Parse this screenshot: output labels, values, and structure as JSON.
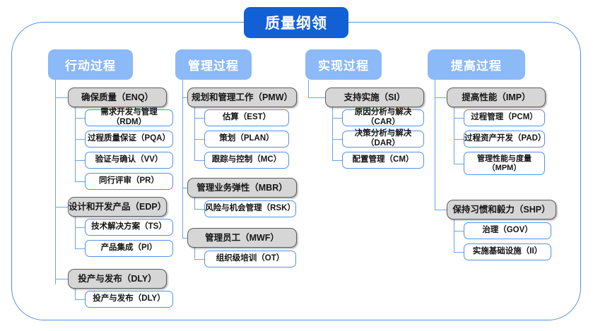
{
  "diagram": {
    "type": "hierarchy-tree",
    "root": {
      "label": "质量纲领"
    },
    "colors": {
      "root_fill": "#1160d4",
      "header_fill": "#8cb9f7",
      "group_fill": "#d6d6d6",
      "group_border": "#5e5e5e",
      "leaf_border": "#4f92e8",
      "frame_border": "#4f92e8",
      "connector": "#6aa4ea"
    },
    "columns": [
      {
        "header": "行动过程",
        "groups": [
          {
            "label": "确保质量（ENQ）",
            "children": [
              "需求开发与管理（RDM）",
              "过程质量保证（PQA）",
              "验证与确认（VV）",
              "同行评审（PR）"
            ]
          },
          {
            "label": "设计和开发产品（EDP）",
            "children": [
              "技术解决方案（TS）",
              "产品集成（PI）"
            ]
          },
          {
            "label": "投产与发布（DLY）",
            "children": [
              "投产与发布（DLY）"
            ]
          }
        ]
      },
      {
        "header": "管理过程",
        "groups": [
          {
            "label": "规划和管理工作（PMW）",
            "children": [
              "估算（EST）",
              "策划（PLAN）",
              "跟踪与控制（MC）"
            ]
          },
          {
            "label": "管理业务弹性（MBR）",
            "children": [
              "风险与机会管理（RSK）"
            ]
          },
          {
            "label": "管理员工（MWF）",
            "children": [
              "组织级培训（OT）"
            ]
          }
        ]
      },
      {
        "header": "实现过程",
        "groups": [
          {
            "label": "支持实施（SI）",
            "children": [
              "原因分析与解决（CAR）",
              "决策分析与解决（DAR）",
              "配置管理（CM）"
            ]
          }
        ]
      },
      {
        "header": "提高过程",
        "groups": [
          {
            "label": "提高性能（IMP）",
            "children": [
              "过程管理（PCM）",
              "过程资产开发（PAD）",
              "管理性能与度量\n（MPM）"
            ]
          },
          {
            "label": "保持习惯和毅力（SHP）",
            "children": [
              "治理（GOV）",
              "实施基础设施（II）"
            ]
          }
        ]
      }
    ]
  }
}
